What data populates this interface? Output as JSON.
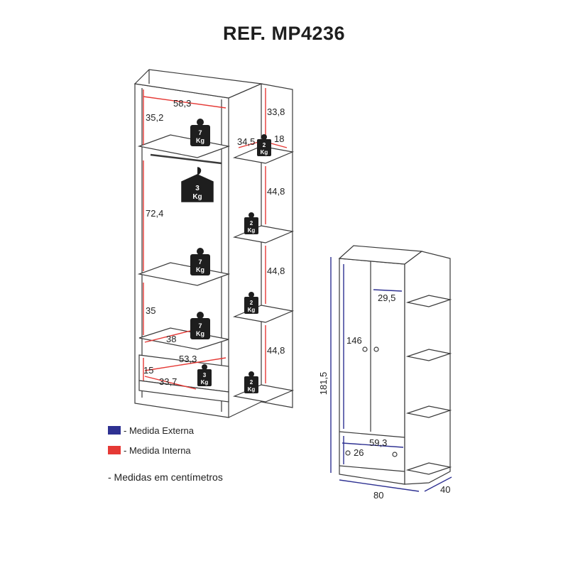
{
  "title": "REF. MP4236",
  "colors": {
    "external": "#2e3192",
    "internal": "#e53935",
    "line": "#3a3a3a",
    "weight_fill": "#1e1e1e"
  },
  "legend": {
    "external": "- Medida Externa",
    "internal": "- Medida Interna"
  },
  "note": "- Medidas em centímetros",
  "interior_dimensions": {
    "left_width": "58,3",
    "top_compartment": "35,2",
    "hanging_space": "72,4",
    "lower_compartment": "35",
    "drawer_depth": "38",
    "drawer_width": "53,3",
    "drawer_inner_depth": "33,7",
    "drawer_height": "15",
    "side_top": "33,8",
    "side_depth": "34,5",
    "side_width": "18",
    "side_shelf_2": "44,8",
    "side_shelf_3": "44,8",
    "side_shelf_4": "44,8"
  },
  "external_dimensions": {
    "height": "181,5",
    "width": "80",
    "depth": "40",
    "door_height": "146",
    "door_width": "29,5",
    "drawer_width": "59,3",
    "drawer_height": "26"
  },
  "load_labels": {
    "shelf": [
      "7",
      "Kg"
    ],
    "hanger": [
      "3",
      "Kg"
    ],
    "side_shelf": [
      "2",
      "Kg"
    ],
    "drawer": [
      "3",
      "Kg"
    ]
  }
}
